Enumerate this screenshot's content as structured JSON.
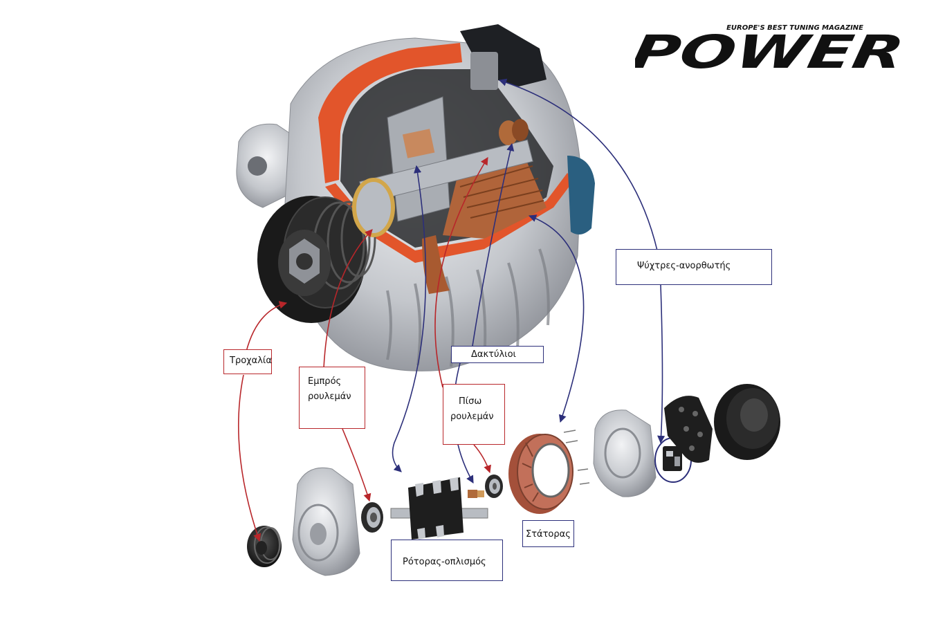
{
  "logo": {
    "tagline": "EUROPE'S BEST TUNING MAGAZINE",
    "wordmark": "POWER"
  },
  "labels": {
    "pulley": "Τροχαλία",
    "front_bearing_line1": "Εμπρός",
    "front_bearing_line2": "ρουλεμάν",
    "rear_bearing_line1": "Πίσω",
    "rear_bearing_line2": "ρουλεμάν",
    "rings": "Δακτύλιοι",
    "rectifier": "Ψύχτρες-ανορθωτής",
    "rotor": "Ρότορας-οπλισμός",
    "stator": "Στάτορας"
  },
  "colors": {
    "red_arrow": "#b8262a",
    "blue_arrow": "#2c2f7a",
    "housing": "#c9ccd1",
    "cutaway": "#e2552b",
    "copper": "#b0643a",
    "dark": "#222222"
  }
}
